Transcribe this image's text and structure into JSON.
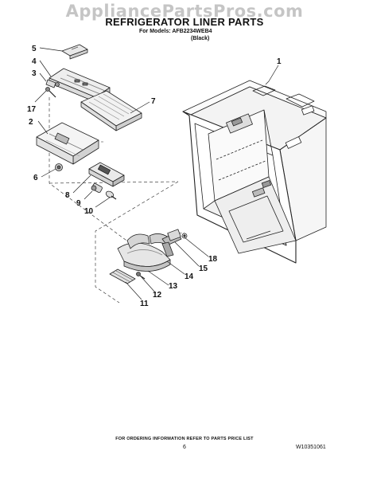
{
  "watermark": "AppliancePartsPros.com",
  "title": "REFRIGERATOR LINER PARTS",
  "models_line": "For Models: AFB2234WEB4",
  "variant": "(Black)",
  "callouts": [
    "1",
    "2",
    "3",
    "4",
    "5",
    "6",
    "7",
    "8",
    "9",
    "10",
    "11",
    "12",
    "13",
    "14",
    "15",
    "17",
    "18"
  ],
  "footer": {
    "note": "FOR ORDERING INFORMATION REFER TO PARTS PRICE LIST",
    "page": "6",
    "doc_code": "W10351061"
  }
}
